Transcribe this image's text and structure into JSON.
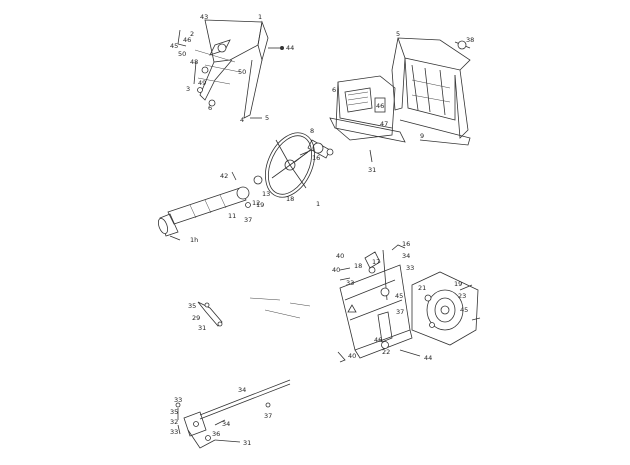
{
  "callouts": {
    "upper_left": [
      "43",
      "1",
      "45",
      "46",
      "2",
      "50",
      "48",
      "49",
      "3",
      "44",
      "5",
      "50",
      "4",
      "6"
    ],
    "console": [
      "5",
      "38",
      "6",
      "46",
      "47",
      "9",
      "16",
      "8",
      "31"
    ],
    "wheel": [
      "42",
      "13",
      "12",
      "11",
      "37",
      "19",
      "18",
      "1",
      "1h"
    ],
    "mid_right": [
      "16",
      "17",
      "18",
      "34",
      "33",
      "40",
      "45",
      "40",
      "33",
      "21",
      "22",
      "23",
      "45",
      "37",
      "46",
      "19",
      "40",
      "44"
    ],
    "mid_left": [
      "35",
      "29",
      "31"
    ],
    "bottom": [
      "34",
      "33",
      "35",
      "32",
      "33",
      "34",
      "37",
      "31",
      "36"
    ]
  }
}
